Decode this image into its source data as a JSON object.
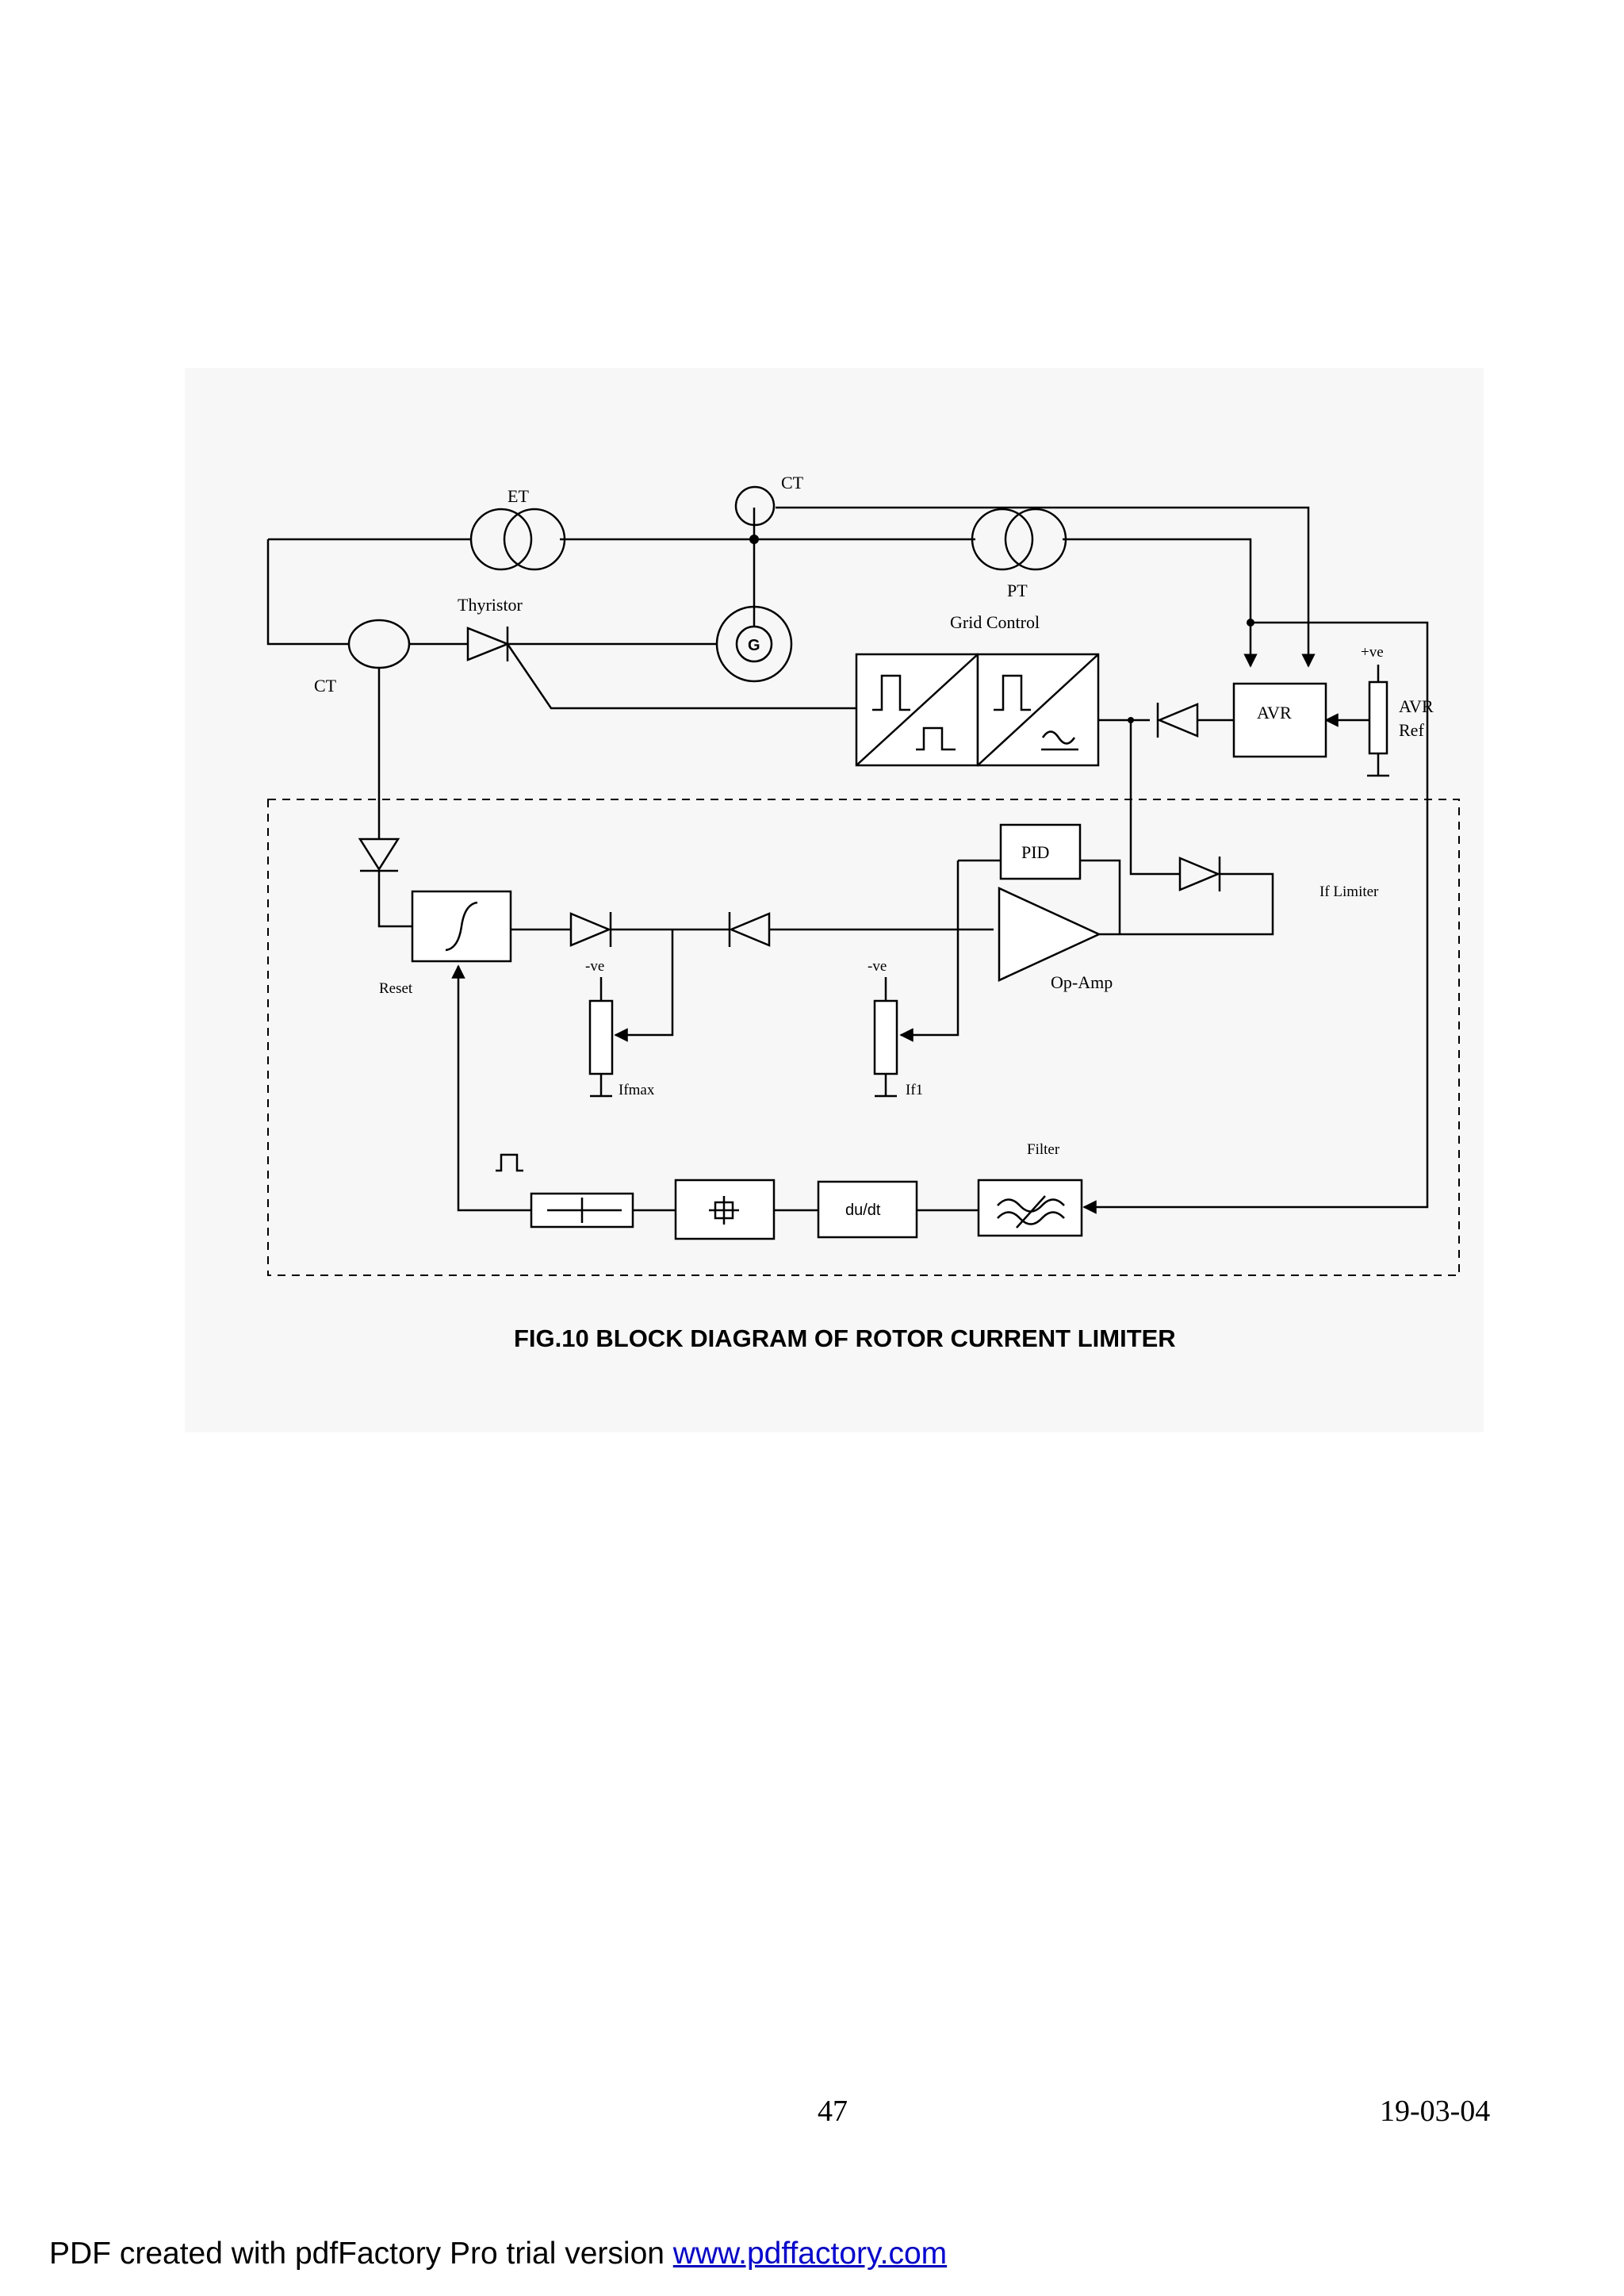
{
  "diagram": {
    "labels": {
      "et": "ET",
      "ct_top": "CT",
      "pt": "PT",
      "thyristor": "Thyristor",
      "grid_control": "Grid Control",
      "ct_left": "CT",
      "generator": "G",
      "avr": "AVR",
      "plus_ve": "+ve",
      "avr_ref_1": "AVR",
      "avr_ref_2": "Ref",
      "pid": "PID",
      "if_limiter": "If Limiter",
      "reset": "Reset",
      "minus_ve_1": "-ve",
      "minus_ve_2": "-ve",
      "ifmax": "Ifmax",
      "if1": "If1",
      "op_amp": "Op-Amp",
      "filter": "Filter",
      "dudt": "du/dt"
    },
    "caption": "FIG.10 BLOCK DIAGRAM OF ROTOR CURRENT LIMITER"
  },
  "footer": {
    "page_number": "47",
    "date": "19-03-04"
  },
  "banner": {
    "text": "PDF created with pdfFactory Pro trial version ",
    "link": "www.pdffactory.com"
  }
}
